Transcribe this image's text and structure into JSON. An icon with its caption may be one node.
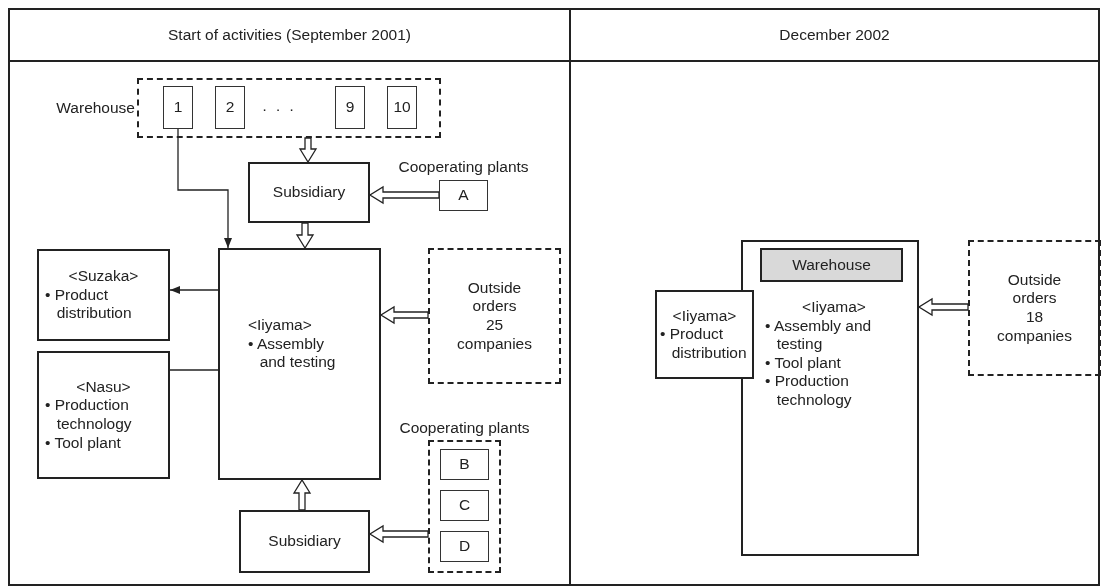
{
  "diagram": {
    "nodes": [
      {
        "text": [
          "Start of activities (September 2001)"
        ]
      },
      {
        "text": [
          "December 2002"
        ]
      },
      {
        "text": [
          "Warehouse"
        ],
        "in": 0
      },
      {
        "text": [
          "1"
        ],
        "in": 2
      },
      {
        "text": [
          "2"
        ],
        "in": 2
      },
      {
        "text": [
          "9"
        ],
        "in": 2
      },
      {
        "text": [
          "10"
        ],
        "in": 2
      },
      {
        "text": [
          "Subsidiary"
        ],
        "in": 0
      },
      {
        "text": [
          "A"
        ],
        "in": 0,
        "beside": [
          "Cooperating plants"
        ]
      },
      {
        "text": [
          "<Suzaka>",
          "• Product distribution"
        ],
        "in": 0
      },
      {
        "text": [
          "<Nasu>",
          "• Production technology",
          "• Tool plant"
        ],
        "in": 0
      },
      {
        "text": [
          "<Iiyama>",
          "• Assembly and testing"
        ],
        "in": 0
      },
      {
        "text": [
          "Outside orders",
          "25 companies"
        ],
        "in": 0
      },
      {
        "text": [
          "Cooperating plants"
        ],
        "in": 0
      },
      {
        "text": [
          "B"
        ],
        "in": 13
      },
      {
        "text": [
          "C"
        ],
        "in": 13
      },
      {
        "text": [
          "D"
        ],
        "in": 13
      },
      {
        "text": [
          "Subsidiary"
        ],
        "in": 0
      },
      {
        "text": [
          "<Iiyama>",
          "• Assembly and testing",
          "• Tool plant",
          "• Production technology"
        ],
        "in": 1
      },
      {
        "text": [
          "Warehouse"
        ],
        "in": 18
      },
      {
        "text": [
          "<Iiyama>",
          "• Product distribution"
        ],
        "in": 1
      },
      {
        "text": [
          "Outside orders",
          "18 companies"
        ],
        "in": 1
      }
    ],
    "edges": [
      {
        "from": 2,
        "to": 7,
        "arrow": "to",
        "style": "thick"
      },
      {
        "from": 3,
        "to": 11,
        "arrow": "to"
      },
      {
        "from": 8,
        "to": 7,
        "arrow": "to",
        "style": "thick"
      },
      {
        "from": 7,
        "to": 11,
        "arrow": "to",
        "style": "thick"
      },
      {
        "from": 11,
        "to": 9,
        "arrow": "to"
      },
      {
        "from": 10,
        "to": 11,
        "arrow": "none"
      },
      {
        "from": 12,
        "to": 11,
        "arrow": "to",
        "style": "thick"
      },
      {
        "from": 13,
        "to": 17,
        "arrow": "to",
        "style": "thick"
      },
      {
        "from": 17,
        "to": 11,
        "arrow": "to",
        "style": "thick"
      },
      {
        "from": 21,
        "to": 18,
        "arrow": "to",
        "style": "thick"
      }
    ],
    "labels": [
      "· · ·"
    ]
  }
}
